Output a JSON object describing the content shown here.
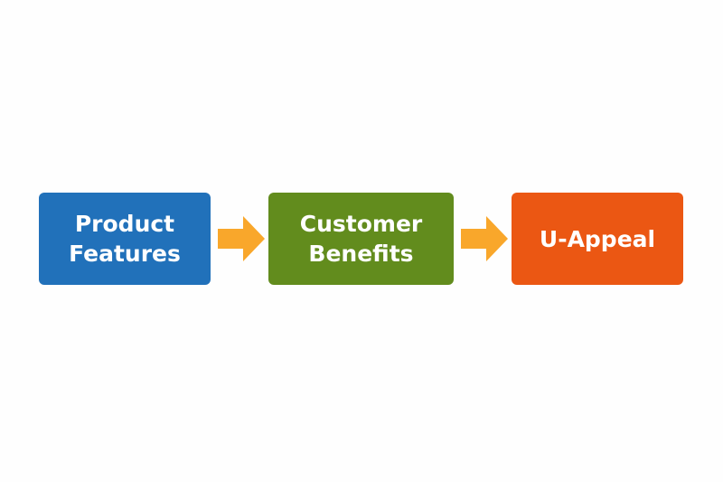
{
  "diagram": {
    "nodes": [
      {
        "id": "product-features",
        "lines": [
          "Product",
          "Features"
        ],
        "color": "#2171ba"
      },
      {
        "id": "customer-benefits",
        "lines": [
          "Customer",
          "Benefits"
        ],
        "color": "#628c1d"
      },
      {
        "id": "u-appeal",
        "lines": [
          "U-Appeal"
        ],
        "color": "#eb5713"
      }
    ],
    "edges": [
      {
        "from": "product-features",
        "to": "customer-benefits"
      },
      {
        "from": "customer-benefits",
        "to": "u-appeal"
      }
    ],
    "arrow_color": "#f9a72b"
  }
}
